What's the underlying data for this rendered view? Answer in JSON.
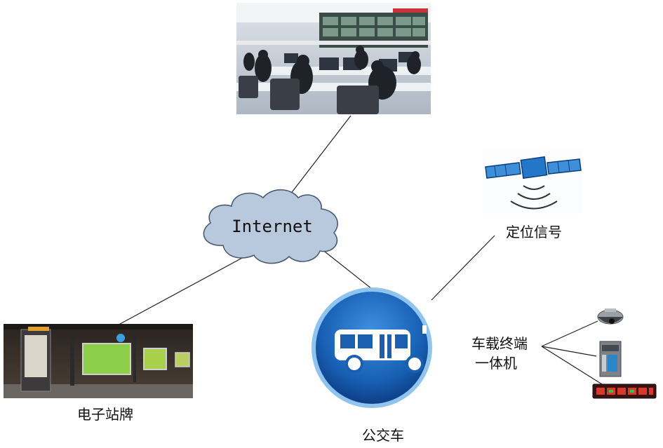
{
  "nodes": {
    "internet": {
      "label": "Internet"
    },
    "positioning_signal": {
      "label": "定位信号"
    },
    "bus": {
      "label": "公交车"
    },
    "e_stop_sign": {
      "label": "电子站牌"
    },
    "onboard_terminal": {
      "line1": "车载终端",
      "line2": "一体机"
    }
  },
  "images": {
    "control_center": "control-center-photo",
    "satellite": "satellite-icon",
    "bus_icon": "bus-icon",
    "bus_stop": "bus-stop-photo",
    "camera": "dome-camera-icon",
    "terminal": "terminal-device-icon",
    "led_sign": "led-display-icon"
  },
  "colors": {
    "cloud": "#b8c9dd",
    "bus_circle": "#1a5fb0",
    "bus_ring": "#8fc4ee"
  }
}
